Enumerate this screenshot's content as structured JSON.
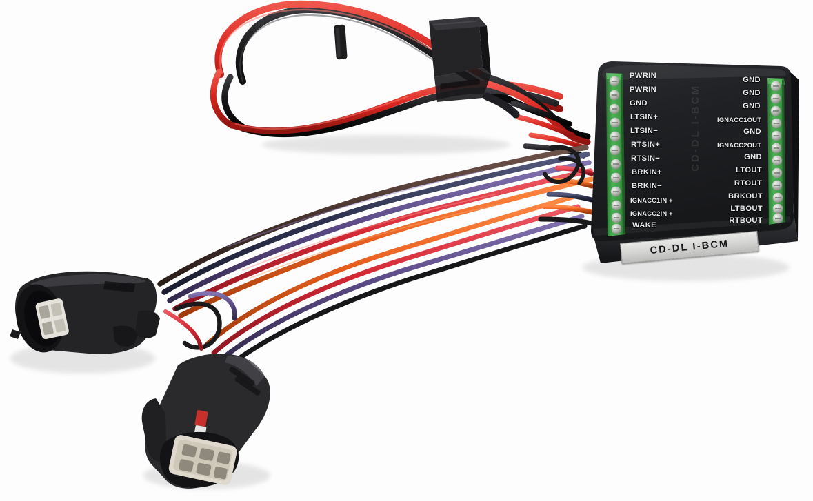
{
  "image": {
    "subject": "CD-DL I-BCM automotive interface module with wiring harness",
    "background_color": "#ffffff"
  },
  "module": {
    "name": "interface-module",
    "body_color": "#1c1d1f",
    "label_tag": "CD-DL I-BCM",
    "embossed_text": "CD-DL I-BCM",
    "terminal_block_color": "#3f9d46",
    "screw_color": "#c9cdc8",
    "left_terminals": [
      "PWRIN",
      "PWRIN",
      "GND",
      "LTSIN+",
      "LTSIN−",
      "RTSIN+",
      "RTSIN−",
      "BRKIN+",
      "BRKIN−",
      "IGNACC1IN +",
      "IGNACC2IN +",
      "WAKE"
    ],
    "right_terminals": [
      "GND",
      "GND",
      "GND",
      "IGNACC1OUT",
      "GND",
      "IGNACC2OUT",
      "GND",
      "LTOUT",
      "RTOUT",
      "BRKOUT",
      "LTBOUT",
      "RTBOUT"
    ]
  },
  "harness": {
    "name": "wiring-harness",
    "power_leads": [
      {
        "name": "power-wire-positive",
        "color": "#d8261f"
      },
      {
        "name": "power-wire-ground",
        "color": "#141414"
      }
    ],
    "signal_wire_colors": [
      {
        "name": "wire-orange",
        "color": "#e8601f"
      },
      {
        "name": "wire-red",
        "color": "#d42a36"
      },
      {
        "name": "wire-violet",
        "color": "#5b4a86"
      },
      {
        "name": "wire-navy",
        "color": "#2f3350"
      },
      {
        "name": "wire-brown",
        "color": "#4a3630"
      },
      {
        "name": "wire-black",
        "color": "#17171a"
      }
    ],
    "fuse_holder": {
      "name": "inline-fuse-holder",
      "color": "#212123"
    },
    "zip_tie": {
      "name": "cable-zip-tie",
      "color": "#1d1d1f"
    }
  },
  "connectors": [
    {
      "name": "connector-upper",
      "type": "male-pin-connector",
      "housing_color": "#242426",
      "insert_color": "#e4e2da",
      "pin_count": 4
    },
    {
      "name": "connector-lower",
      "type": "female-socket-connector",
      "housing_color": "#2a2a2c",
      "insert_color": "#ded9cc",
      "pin_count": 6,
      "indicator_colors": [
        "#c8312b",
        "#e6e6e4"
      ]
    }
  ]
}
